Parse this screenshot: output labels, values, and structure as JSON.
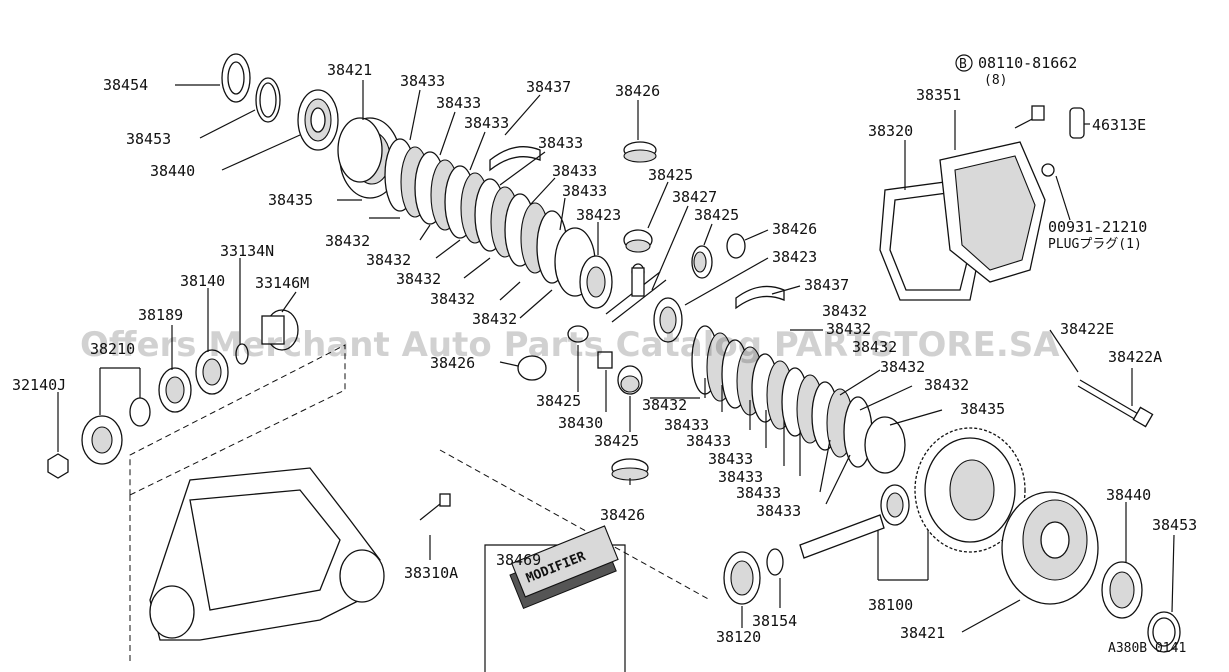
{
  "diagram": {
    "watermark": "Offers Merchant Auto Parts Catalog PARTSTORE.SA",
    "drawing_code": "A380B 0141",
    "bolt_callout": {
      "circle_letter": "B",
      "part_number": "08110-81662",
      "qty": "(8)"
    },
    "plug_callout": {
      "part_number": "00931-21210",
      "note": "PLUGプラグ(1)"
    },
    "kit_label": "MODIFIER",
    "labels": {
      "l38454": "38454",
      "l38453a": "38453",
      "l38440a": "38440",
      "l38421a": "38421",
      "l38435a": "38435",
      "l38433a": "38433",
      "l38433b": "38433",
      "l38433c": "38433",
      "l38433d": "38433",
      "l38433e": "38433",
      "l38433f": "38433",
      "l38437a": "38437",
      "l38426a": "38426",
      "l38425a": "38425",
      "l38427": "38427",
      "l38423a": "38423",
      "l38425b": "38425",
      "l38426b": "38426",
      "l38423b": "38423",
      "l38437b": "38437",
      "l38432a": "38432",
      "l38432b": "38432",
      "l38432c": "38432",
      "l38432d": "38432",
      "l38432e": "38432",
      "l38432f": "38432",
      "l38432g": "38432",
      "l38432h": "38432",
      "l38432i": "38432",
      "l38432j": "38432",
      "l38432k": "38432",
      "l38435b": "38435",
      "l38433g": "38433",
      "l38433h": "38433",
      "l38433i": "38433",
      "l38433j": "38433",
      "l38433k": "38433",
      "l38433l": "38433",
      "l38426c": "38426",
      "l38425c": "38425",
      "l38430": "38430",
      "l38425d": "38425",
      "l38426d": "38426",
      "l33134N": "33134N",
      "l38140": "38140",
      "l33146M": "33146M",
      "l38189": "38189",
      "l38210": "38210",
      "l32140J": "32140J",
      "l38310A": "38310A",
      "l38469": "38469",
      "l38351": "38351",
      "l38320": "38320",
      "l46313E": "46313E",
      "l38422E": "38422E",
      "l38422A": "38422A",
      "l38440b": "38440",
      "l38453b": "38453",
      "l38100": "38100",
      "l38421b": "38421",
      "l38120": "38120",
      "l38154": "38154"
    }
  }
}
